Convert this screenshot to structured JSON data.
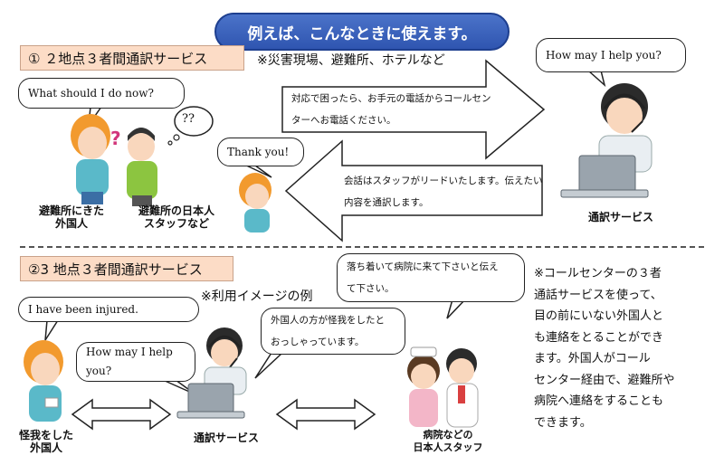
{
  "title": "例えば、こんなときに使えます。",
  "section1": {
    "label": "①  ２地点３者間通訳サービス",
    "note": "※災害現場、避難所、ホテルなど",
    "bubble_what": "What should I do now?",
    "bubble_qq": "??",
    "bubble_thanks": "Thank you!",
    "bubble_help": "How may I help you?",
    "arrow_right_line1": "対応で困ったら、お手元の電話からコールセン",
    "arrow_right_line2": "ターへお電話ください。",
    "arrow_left_line1": "会話はスタッフがリードいたします。伝えたい",
    "arrow_left_line2": "内容を通訳します。",
    "caption_foreigner_1": "避難所にきた",
    "caption_foreigner_2": "外国人",
    "caption_staff_1": "避難所の日本人",
    "caption_staff_2": "スタッフなど",
    "caption_service": "通訳サービス"
  },
  "section2": {
    "label": "②3 地点３者間通訳サービス",
    "note": "※利用イメージの例",
    "bubble_injured": "I have been injured.",
    "bubble_help_1": "How  may  I  help",
    "bubble_help_2": "you?",
    "bubble_op_1": "外国人の方が怪我をしたと",
    "bubble_op_2": "おっしゃっています。",
    "bubble_hosp_1": "落ち着いて病院に来て下さいと伝え",
    "bubble_hosp_2": "て下さい。",
    "caption_injured_1": "怪我をした",
    "caption_injured_2": "外国人",
    "caption_service": "通訳サービス",
    "caption_hospital_1": "病院などの",
    "caption_hospital_2": "日本人スタッフ",
    "right_note": [
      "※コールセンターの３者",
      "通話サービスを使って、",
      "目の前にいない外国人と",
      "も連絡をとることができ",
      "ます。外国人がコール",
      "センター経由で、避難所や",
      "病院へ連絡をすることも",
      "できます。"
    ]
  },
  "colors": {
    "title_bg": "#2f55b0",
    "label_bg": "#fcdcc6",
    "skin": "#f9d7bd",
    "hair_orange": "#f29a2e",
    "nurse_pink": "#f3b6c8",
    "shirt_teal": "#5ab9c9",
    "shirt_green": "#8cc540"
  }
}
